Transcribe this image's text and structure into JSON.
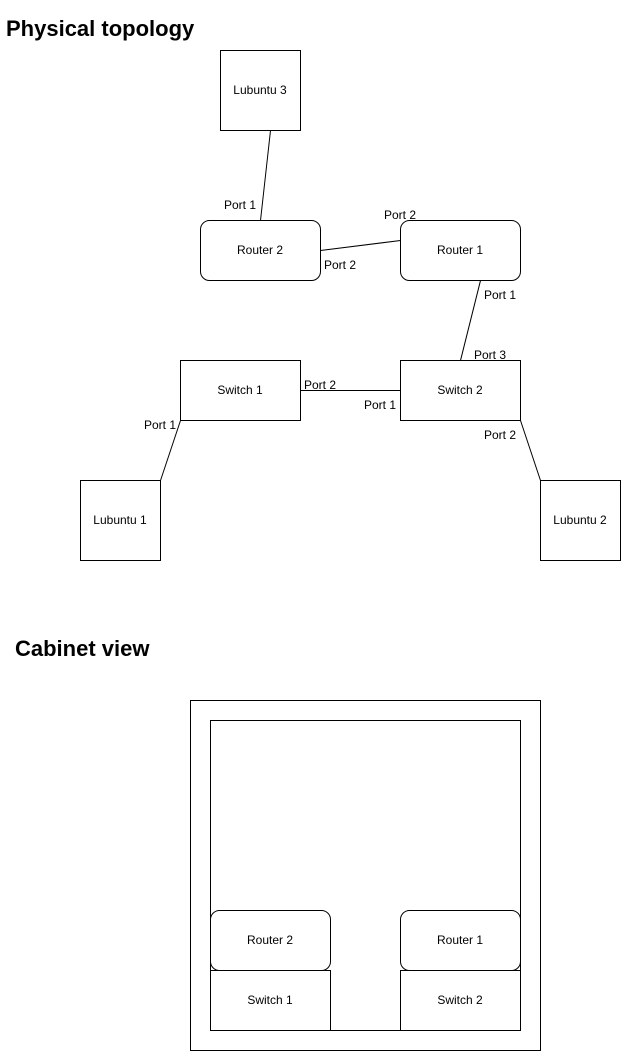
{
  "topology": {
    "title": "Physical topology",
    "nodes": {
      "lubuntu3": "Lubuntu 3",
      "router2": "Router 2",
      "router1": "Router 1",
      "switch1": "Switch 1",
      "switch2": "Switch 2",
      "lubuntu1": "Lubuntu 1",
      "lubuntu2": "Lubuntu 2"
    },
    "ports": {
      "router2_to_lubuntu3": "Port 1",
      "router1_to_router2": "Port 2",
      "router2_to_router1": "Port 2",
      "router1_to_switch2": "Port 1",
      "switch2_to_router1": "Port 3",
      "switch1_to_switch2": "Port 2",
      "switch2_to_switch1": "Port 1",
      "switch1_to_lubuntu1": "Port 1",
      "switch2_to_lubuntu2": "Port 2"
    }
  },
  "cabinet": {
    "title": "Cabinet view",
    "slots": {
      "router2": "Router 2",
      "router1": "Router 1",
      "switch1": "Switch 1",
      "switch2": "Switch 2"
    }
  }
}
